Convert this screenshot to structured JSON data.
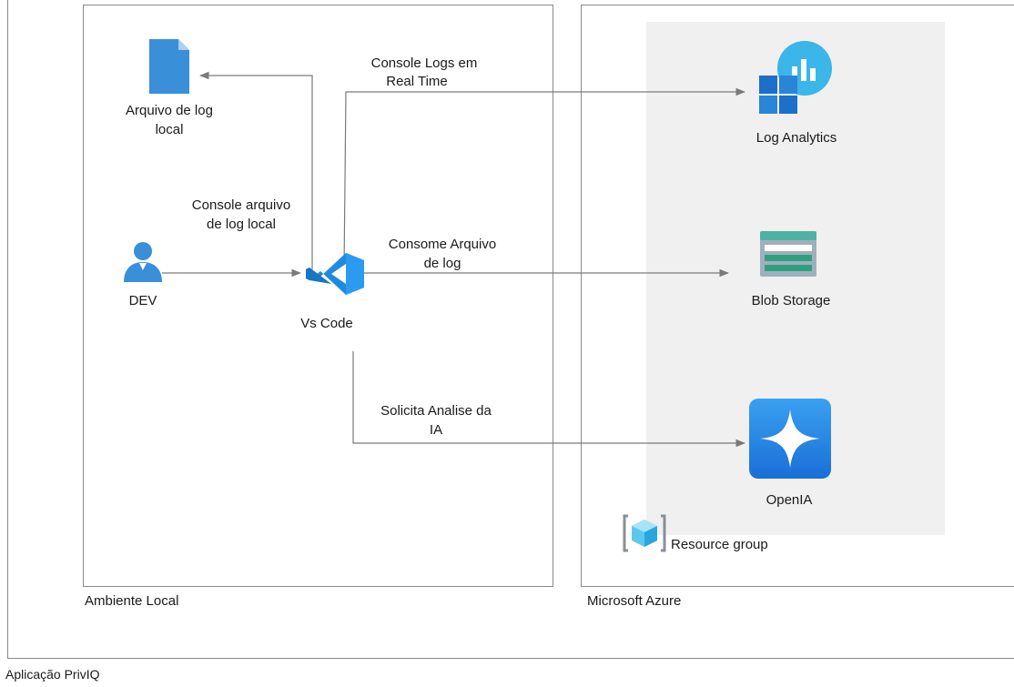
{
  "outer": {
    "caption": "Aplicação PrivIQ"
  },
  "local": {
    "caption": "Ambiente Local",
    "log_file": {
      "label_line1": "Arquivo de log",
      "label_line2": "local",
      "icon": "document-icon"
    },
    "dev": {
      "label": "DEV",
      "icon": "user-icon"
    },
    "vscode": {
      "label": "Vs Code",
      "icon": "vscode-icon"
    },
    "edge_local_file": {
      "line1": "Console arquivo",
      "line2": "de log local"
    }
  },
  "azure": {
    "caption": "Microsoft Azure",
    "resource_group": {
      "label": "Resource group",
      "icon": "resource-group-icon"
    },
    "log_analytics": {
      "label": "Log Analytics",
      "icon": "log-analytics-icon"
    },
    "blob_storage": {
      "label": "Blob Storage",
      "icon": "blob-storage-icon"
    },
    "openia": {
      "label": "OpenIA",
      "icon": "openai-icon"
    }
  },
  "edges": {
    "console_logs": {
      "line1": "Console Logs em",
      "line2": "Real Time"
    },
    "consome": {
      "line1": "Consome Arquivo",
      "line2": "de log"
    },
    "solicita": {
      "line1": "Solicita Analise da",
      "line2": "IA"
    }
  },
  "colors": {
    "frame": "#8a8a8a",
    "wire": "#7a7a7a",
    "azure_blue": "#1e8be0",
    "rg_background": "#f0f0f0"
  }
}
